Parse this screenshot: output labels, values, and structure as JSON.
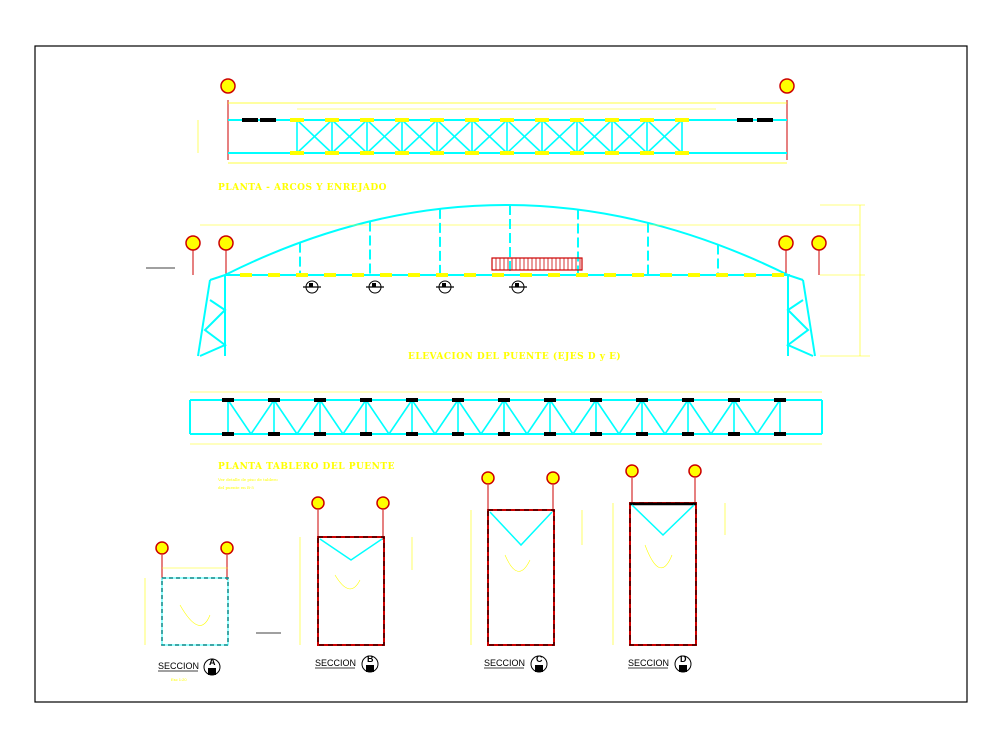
{
  "titles": {
    "plan_arch": "PLANTA - ARCOS Y ENREJADO",
    "elevation": "ELEVACION DEL PUENTE (EJES D y E)",
    "plan_deck": "PLANTA TABLERO DEL PUENTE",
    "plan_deck_note1": "Ver detalle de piso de tablero",
    "plan_deck_note2": "del puente en B-5"
  },
  "sections": [
    {
      "label": "SECCION",
      "letter": "A",
      "sub": "Esc 1:20"
    },
    {
      "label": "SECCION",
      "letter": "B",
      "sub": ""
    },
    {
      "label": "SECCION",
      "letter": "C",
      "sub": ""
    },
    {
      "label": "SECCION",
      "letter": "D",
      "sub": ""
    }
  ],
  "colors": {
    "steel": "#00ffff",
    "dimension": "#ffff00",
    "axis_bubble": "#ff0000",
    "section_frame": "#cc0000",
    "border": "#000000"
  }
}
